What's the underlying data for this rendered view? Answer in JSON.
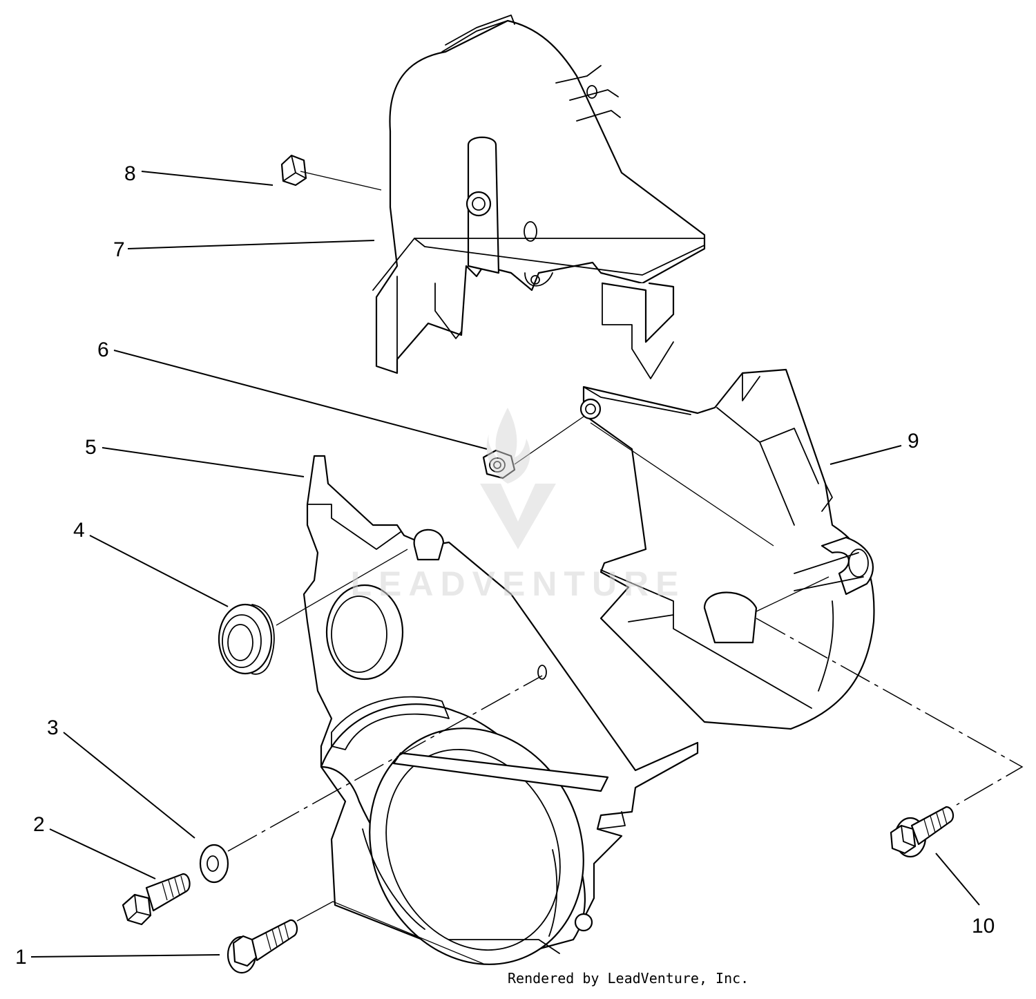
{
  "diagram": {
    "callouts": [
      {
        "id": "callout-1",
        "label": "1"
      },
      {
        "id": "callout-2",
        "label": "2"
      },
      {
        "id": "callout-3",
        "label": "3"
      },
      {
        "id": "callout-4",
        "label": "4"
      },
      {
        "id": "callout-5",
        "label": "5"
      },
      {
        "id": "callout-6",
        "label": "6"
      },
      {
        "id": "callout-7",
        "label": "7"
      },
      {
        "id": "callout-8",
        "label": "8"
      },
      {
        "id": "callout-9",
        "label": "9"
      },
      {
        "id": "callout-10",
        "label": "10"
      }
    ],
    "watermark": "LEADVENTURE",
    "credit": "Rendered by LeadVenture, Inc."
  }
}
